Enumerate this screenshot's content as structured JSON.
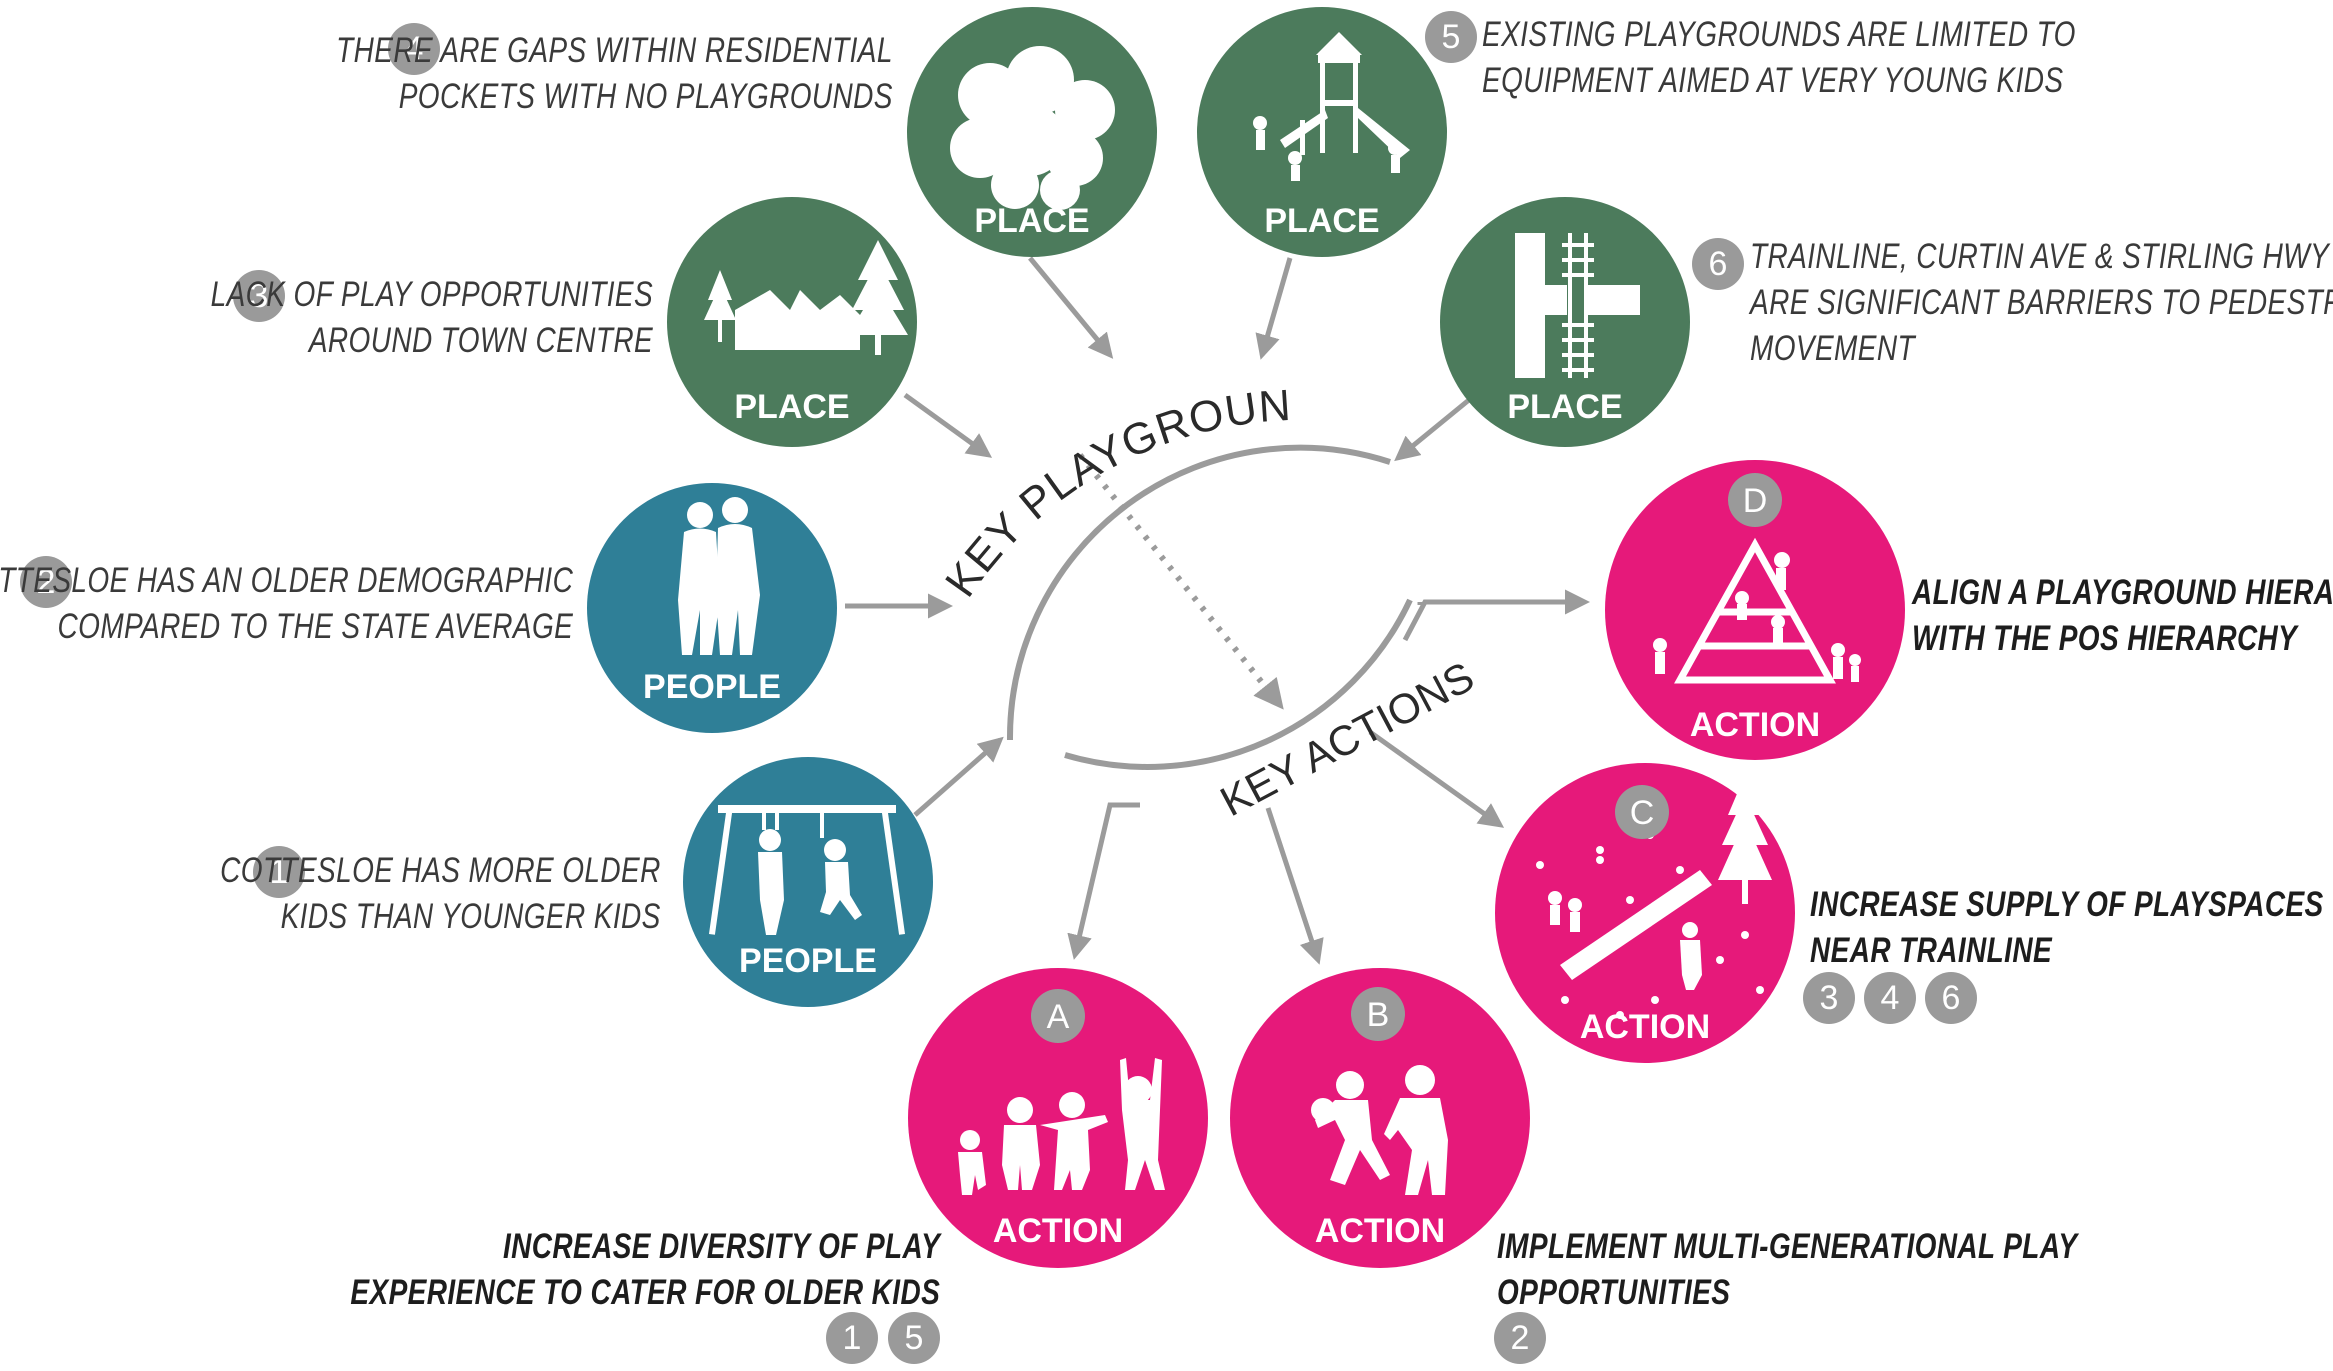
{
  "center": {
    "findings_label": "KEY PLAYGROUND FINDINGS",
    "actions_label": "KEY ACTIONS"
  },
  "colors": {
    "place": "#4c7b5c",
    "people": "#2f7f97",
    "action": "#e6197a",
    "badge": "#9a9a9a",
    "arrow": "#9b9b9b"
  },
  "findings": [
    {
      "num": "1",
      "category": "PEOPLE",
      "lines": [
        "COTTESLOE HAS MORE OLDER",
        "KIDS THAN YOUNGER KIDS"
      ]
    },
    {
      "num": "2",
      "category": "PEOPLE",
      "lines": [
        "COTTESLOE HAS AN OLDER DEMOGRAPHIC",
        "COMPARED TO THE STATE AVERAGE"
      ]
    },
    {
      "num": "3",
      "category": "PLACE",
      "lines": [
        "LACK OF PLAY OPPORTUNITIES",
        "AROUND TOWN CENTRE"
      ]
    },
    {
      "num": "4",
      "category": "PLACE",
      "lines": [
        "THERE ARE GAPS WITHIN RESIDENTIAL",
        "POCKETS WITH NO PLAYGROUNDS"
      ]
    },
    {
      "num": "5",
      "category": "PLACE",
      "lines": [
        "EXISTING PLAYGROUNDS ARE LIMITED TO",
        "EQUIPMENT AIMED AT VERY YOUNG KIDS"
      ]
    },
    {
      "num": "6",
      "category": "PLACE",
      "lines": [
        "TRAINLINE, CURTIN AVE & STIRLING HWY",
        "ARE SIGNIFICANT BARRIERS TO PEDESTRIAN",
        "MOVEMENT"
      ]
    }
  ],
  "actions": [
    {
      "letter": "A",
      "category": "ACTION",
      "lines": [
        "INCREASE DIVERSITY OF PLAY",
        "EXPERIENCE TO CATER FOR OLDER KIDS"
      ],
      "refs": [
        "1",
        "5"
      ]
    },
    {
      "letter": "B",
      "category": "ACTION",
      "lines": [
        "IMPLEMENT MULTI-GENERATIONAL PLAY",
        "OPPORTUNITIES"
      ],
      "refs": [
        "2"
      ]
    },
    {
      "letter": "C",
      "category": "ACTION",
      "lines": [
        "INCREASE SUPPLY OF PLAYSPACES",
        "NEAR TRAINLINE"
      ],
      "refs": [
        "3",
        "4",
        "6"
      ]
    },
    {
      "letter": "D",
      "category": "ACTION",
      "lines": [
        "ALIGN A PLAYGROUND HIERARCHY",
        "WITH THE POS HIERARCHY"
      ],
      "refs": []
    }
  ]
}
